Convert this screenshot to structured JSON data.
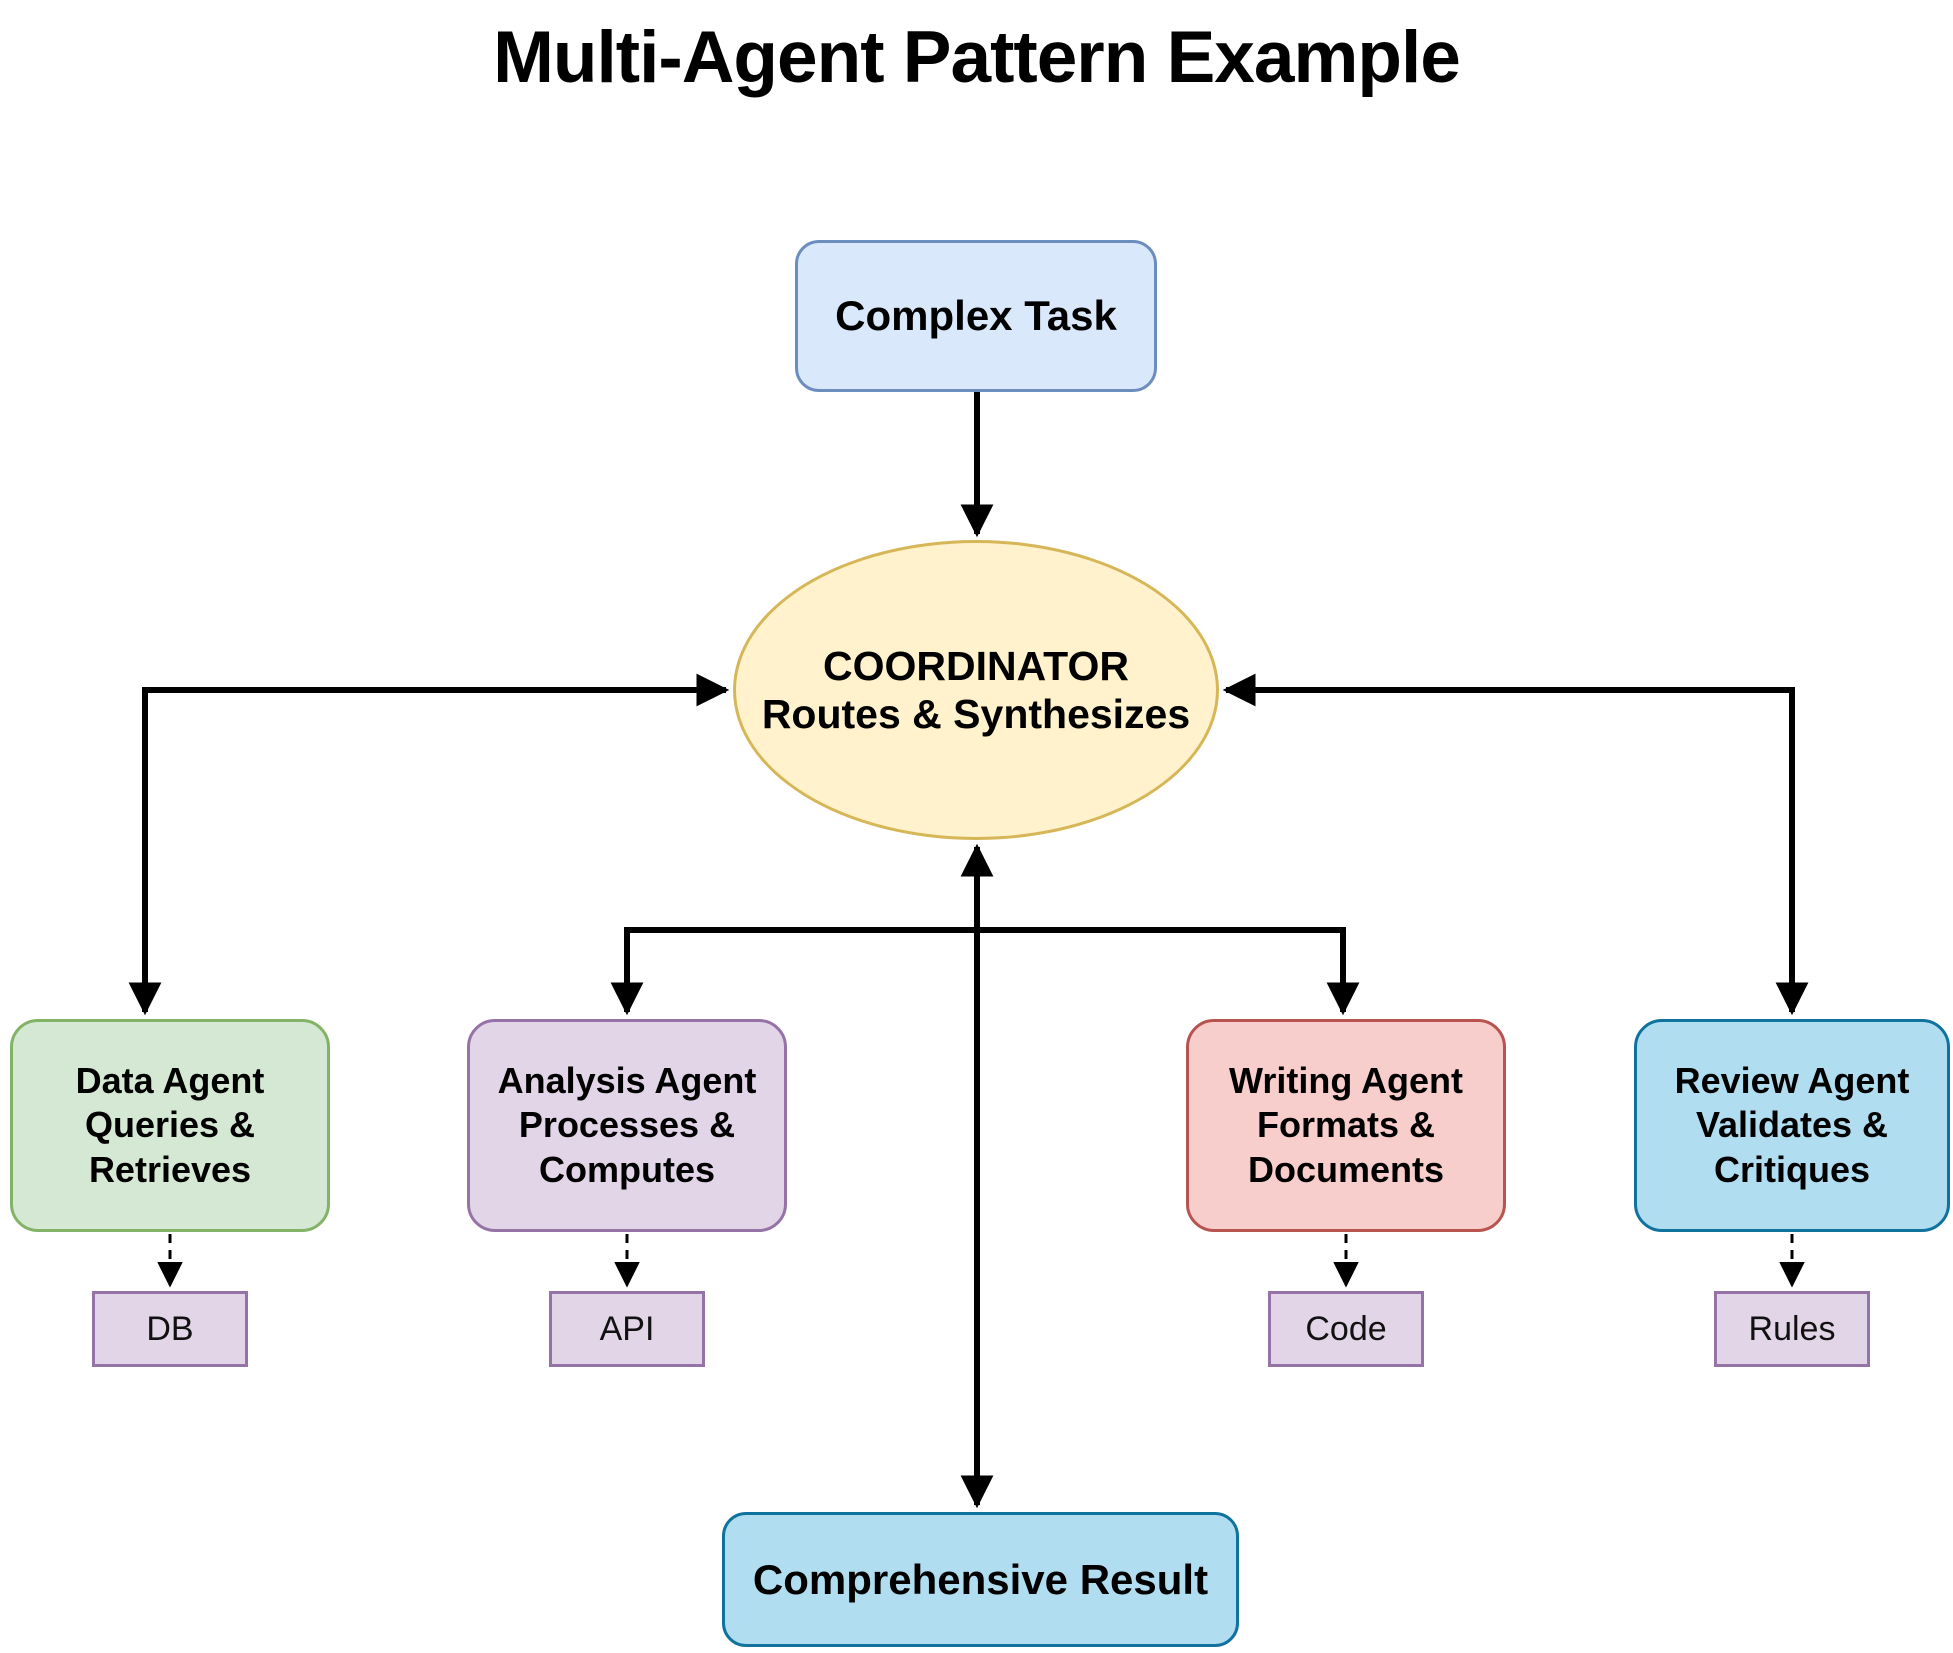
{
  "title": "Multi-Agent Pattern Example",
  "diagram": {
    "task": {
      "label": "Complex Task",
      "fill": "#dae8fc",
      "border": "#6c8ebf"
    },
    "coordinator": {
      "line1": "COORDINATOR",
      "line2": "Routes & Synthesizes",
      "shape": "ellipse",
      "fill": "#fff2cc",
      "border": "#d6b656"
    },
    "agents": [
      {
        "name": "Data Agent",
        "line2": "Queries &",
        "line3": "Retrieves",
        "resource": "DB",
        "fill": "#d5e8d4",
        "border": "#82b366"
      },
      {
        "name": "Analysis Agent",
        "line2": "Processes &",
        "line3": "Computes",
        "resource": "API",
        "fill": "#e1d5e7",
        "border": "#9673a6"
      },
      {
        "name": "Writing Agent",
        "line2": "Formats &",
        "line3": "Documents",
        "resource": "Code",
        "fill": "#f8cecc",
        "border": "#b85450"
      },
      {
        "name": "Review Agent",
        "line2": "Validates &",
        "line3": "Critiques",
        "resource": "Rules",
        "fill": "#b1ddf0",
        "border": "#10739e"
      }
    ],
    "result": {
      "label": "Comprehensive Result",
      "fill": "#b1ddf0",
      "border": "#10739e"
    },
    "resource_style": {
      "fill": "#e1d5e7",
      "border": "#9673a6"
    },
    "edge_color": "#000000",
    "edges": [
      {
        "from": "Complex Task",
        "to": "Coordinator",
        "style": "solid",
        "arrows": "one-way"
      },
      {
        "from": "Coordinator",
        "to": "Data Agent",
        "style": "solid",
        "arrows": "two-way"
      },
      {
        "from": "Coordinator",
        "to": "Analysis Agent",
        "style": "solid",
        "arrows": "two-way"
      },
      {
        "from": "Coordinator",
        "to": "Writing Agent",
        "style": "solid",
        "arrows": "two-way"
      },
      {
        "from": "Coordinator",
        "to": "Review Agent",
        "style": "solid",
        "arrows": "two-way"
      },
      {
        "from": "Coordinator",
        "to": "Comprehensive Result",
        "style": "solid",
        "arrows": "two-way"
      },
      {
        "from": "Data Agent",
        "to": "DB",
        "style": "dashed",
        "arrows": "one-way"
      },
      {
        "from": "Analysis Agent",
        "to": "API",
        "style": "dashed",
        "arrows": "one-way"
      },
      {
        "from": "Writing Agent",
        "to": "Code",
        "style": "dashed",
        "arrows": "one-way"
      },
      {
        "from": "Review Agent",
        "to": "Rules",
        "style": "dashed",
        "arrows": "one-way"
      }
    ]
  }
}
